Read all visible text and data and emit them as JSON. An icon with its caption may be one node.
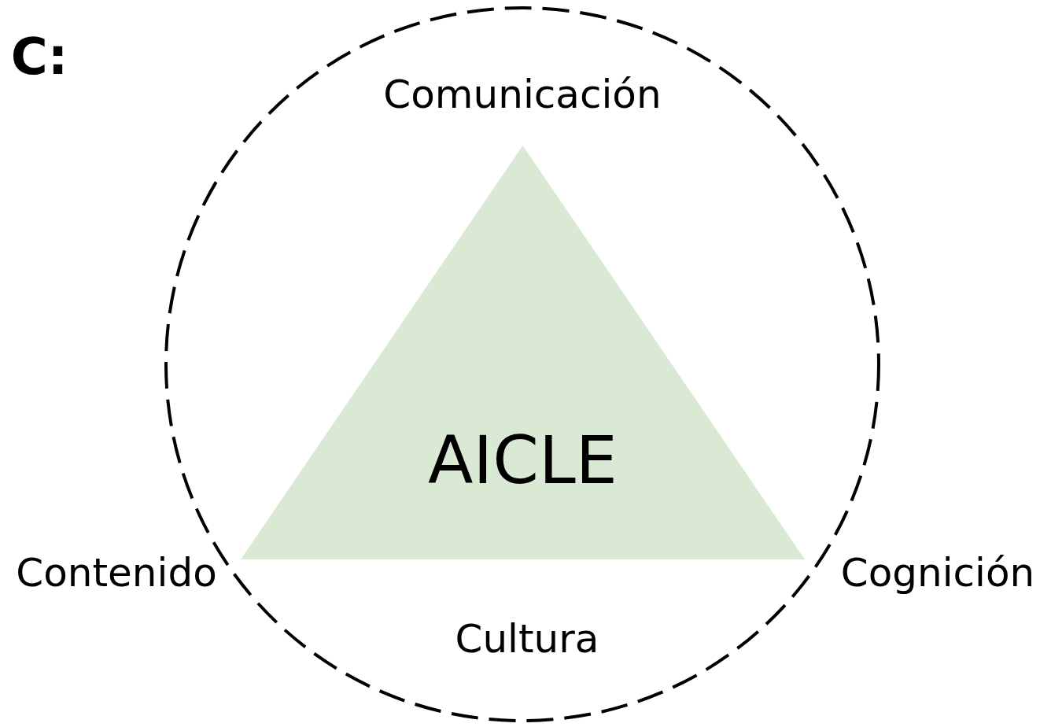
{
  "diagram": {
    "nodes": [
      {
        "text": [
          "AICLE"
        ]
      }
    ],
    "edges": [],
    "labels": [
      "C:",
      "Comunicación",
      "Contenido",
      "Cognición",
      "Cultura"
    ]
  }
}
